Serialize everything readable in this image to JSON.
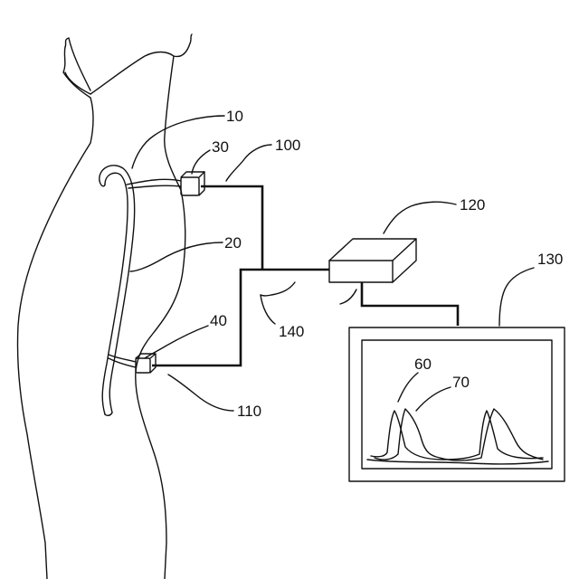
{
  "labels": {
    "l10": "10",
    "l30": "30",
    "l100": "100",
    "l20": "20",
    "l120": "120",
    "l130": "130",
    "l140": "140",
    "l40": "40",
    "l60": "60",
    "l70": "70",
    "l110": "110"
  }
}
